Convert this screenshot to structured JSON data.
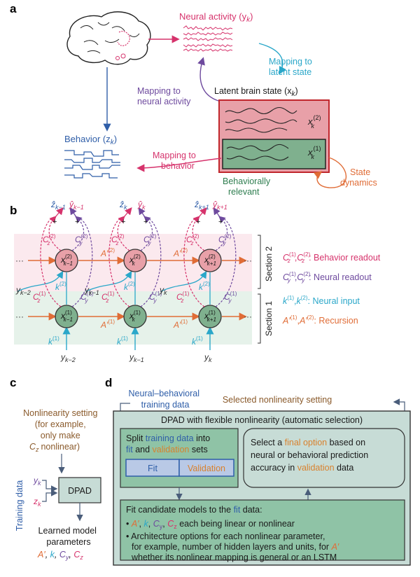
{
  "panels": {
    "a": "a",
    "b": "b",
    "c": "c",
    "d": "d"
  },
  "colors": {
    "neural": "#d6336c",
    "latent_mapping": "#2aa7c9",
    "neural_mapping": "#6e4a9e",
    "behavior": "#2f5ea8",
    "dynamics": "#e06c36",
    "section2_bg": "#fbe9ee",
    "section1_bg": "#e6f2ea",
    "node_pink": "#e8a0a8",
    "node_green": "#7fb08e",
    "box_d_bg": "#c7dcd6",
    "box_d_inner": "#8fc3a6",
    "fit_blue": "#2f5ea8",
    "validation_orange": "#d9812d"
  },
  "a": {
    "neural_activity": "Neural activity (y",
    "neural_activity_sub": "k",
    "mapping_latent": [
      "Mapping to",
      "latent state"
    ],
    "mapping_neural": [
      "Mapping to",
      "neural activity"
    ],
    "latent_state": "Latent brain state (x",
    "latent_state_sub": "k",
    "x2_label": "x",
    "x2_sup": "(2)",
    "x2_sub": "k",
    "x1_label": "x",
    "x1_sup": "(1)",
    "x1_sub": "k",
    "behavior": "Behavior (z",
    "behavior_sub": "k",
    "mapping_behavior": [
      "Mapping to",
      "behavior"
    ],
    "behaviorally_relevant": [
      "Behaviorally",
      "relevant"
    ],
    "state_dynamics": [
      "State",
      "dynamics"
    ]
  },
  "b": {
    "section2": "Section 2",
    "section1": "Section 1",
    "legend": [
      {
        "symbols": "C_z^(1), C_z^(2)",
        "text": ": Behavior readout",
        "color": "#d6336c"
      },
      {
        "symbols": "C_y^(1), C_y^(2)",
        "text": ": Neural readout",
        "color": "#6e4a9e"
      },
      {
        "symbols": "k^(1), k^(2)",
        "text": ": Neural input",
        "color": "#2aa7c9"
      },
      {
        "symbols": "A'^(1), A'^(2)",
        "text": ": Recursion",
        "color": "#e06c36"
      }
    ],
    "time_steps": [
      {
        "top_z": "ẑ",
        "top_z_sub": "k−1",
        "top_y": "ŷ",
        "top_y_sub": "k−1",
        "x2_sub": "k−1",
        "x1_sub": "k−1",
        "y_in": "y",
        "y_in_sub": "k−2",
        "y_mid_sub": "k−2"
      },
      {
        "top_z": "ẑ",
        "top_z_sub": "k",
        "top_y": "ŷ",
        "top_y_sub": "k",
        "x2_sub": "k",
        "x1_sub": "k",
        "y_in": "y",
        "y_in_sub": "k−1",
        "y_mid_sub": "k−1"
      },
      {
        "top_z": "ẑ",
        "top_z_sub": "k+1",
        "top_y": "ŷ",
        "top_y_sub": "k+1",
        "x2_sub": "k+1",
        "x1_sub": "k+1",
        "y_in": "y",
        "y_in_sub": "k",
        "y_mid_sub": "k"
      }
    ],
    "node_symbol": "x",
    "labels": {
      "A2": "A′",
      "A2_sup": "(2)",
      "A1": "A′",
      "A1_sup": "(1)",
      "k1": "k",
      "k1_sup": "(1)",
      "k2": "k",
      "k2_sup": "(2)",
      "Cz2": "C",
      "Cz_sub": "z",
      "Cy": "C",
      "Cy_sub": "y",
      "sup1": "(1)",
      "sup2": "(2)",
      "plus": "+",
      "ellipsis": "···"
    }
  },
  "c": {
    "nonlinearity": [
      "Nonlinearity setting",
      "(for example,",
      "only make"
    ],
    "nonlinearity_last": "nonlinear)",
    "cz": "C",
    "cz_sub": "z",
    "training_data": "Training data",
    "yk": "y",
    "zk": "z",
    "sub_k": "k",
    "dpad": "DPAD",
    "learned": [
      "Learned model",
      "parameters"
    ],
    "params": [
      {
        "sym": "A′",
        "sub": "",
        "color": "#e06c36"
      },
      {
        "sym": "k",
        "sub": "",
        "color": "#2aa7c9"
      },
      {
        "sym": "C",
        "sub": "y",
        "color": "#6e4a9e"
      },
      {
        "sym": "C",
        "sub": "z",
        "color": "#d6336c"
      }
    ]
  },
  "d": {
    "neural_behavioral": [
      "Neural–behavioral",
      "training data"
    ],
    "selected": "Selected nonlinearity setting",
    "title": "DPAD with flexible nonlinearity (automatic selection)",
    "split": [
      "Split ",
      "training data",
      " into"
    ],
    "split2": [
      " and ",
      "validation",
      " sets"
    ],
    "fit_word": "fit",
    "fit_tab": "Fit",
    "validation_tab": "Validation",
    "select": [
      "Select a ",
      "final option",
      " based on"
    ],
    "select2": "neural or behavioral prediction",
    "select3": [
      "accuracy in ",
      "validation",
      " data"
    ],
    "fit_candidates": [
      "Fit candidate models to the ",
      "fit",
      " data:"
    ],
    "bullet1_suffix": " each being linear or nonlinear",
    "bullet2": [
      "Architecture options for each nonlinear parameter,",
      "for example, number of hidden layers and units, for ",
      "whether its nonlinear mapping is general or an LSTM"
    ],
    "bullet2_param": "A′"
  }
}
